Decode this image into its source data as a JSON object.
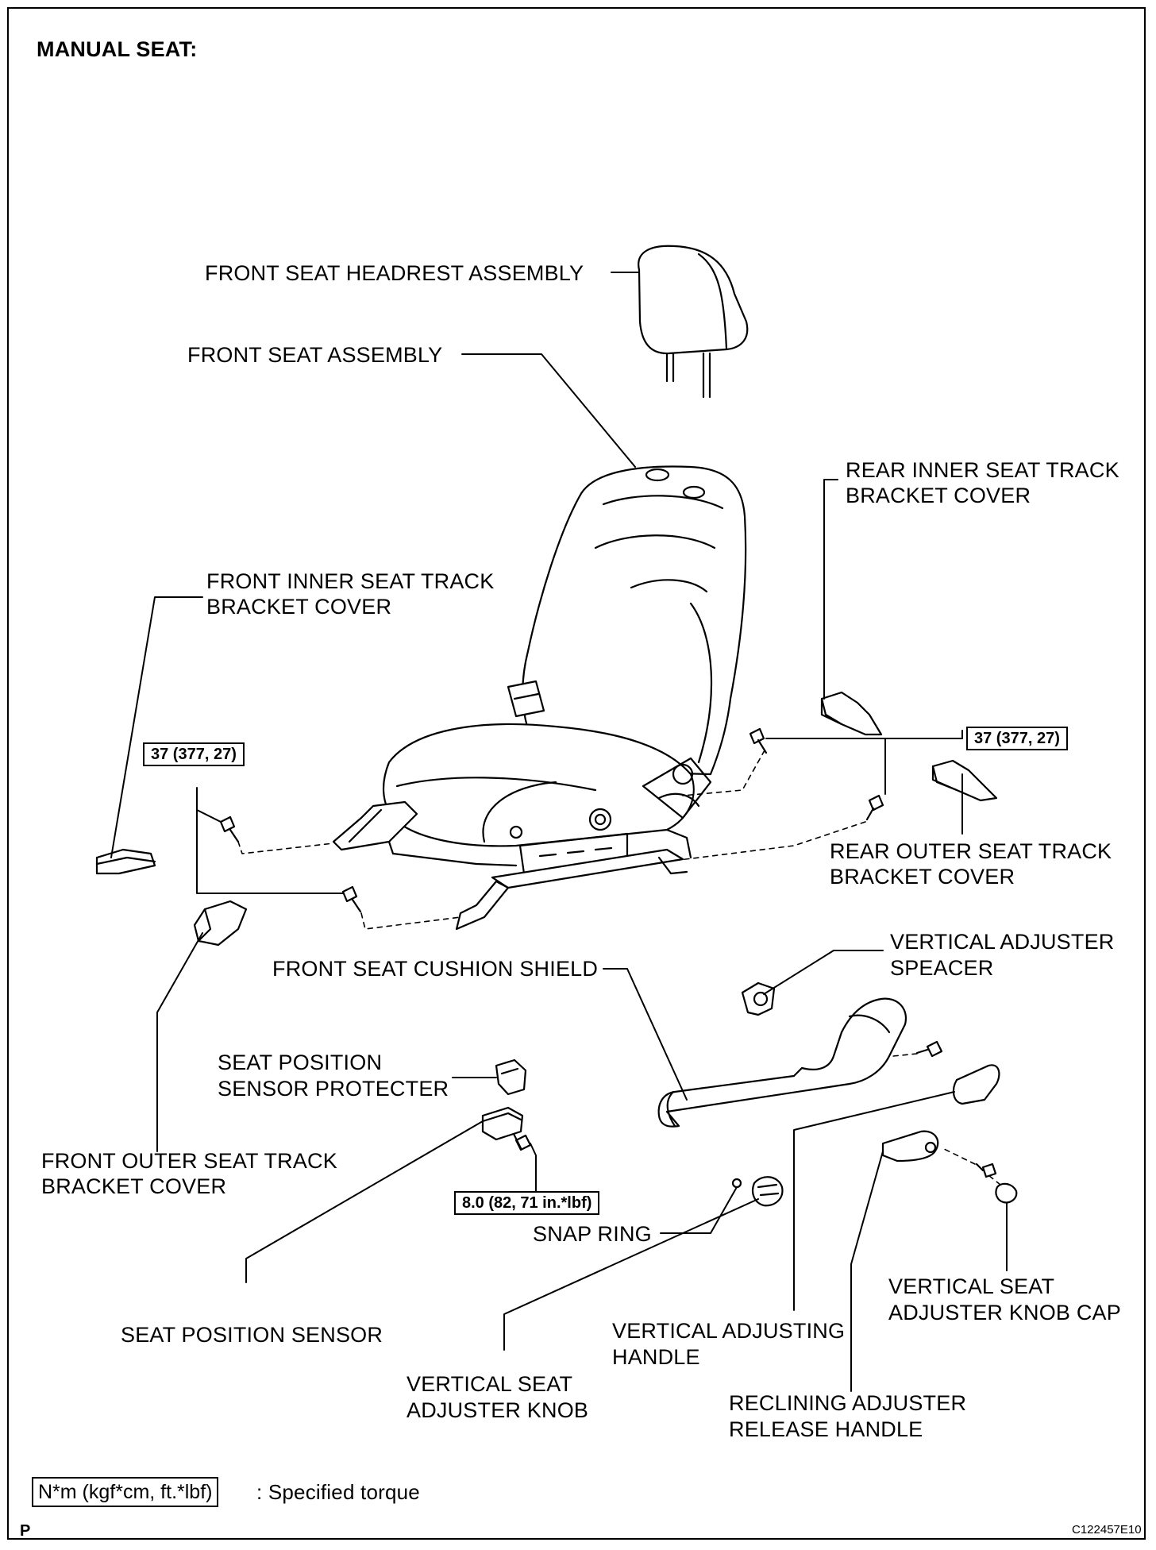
{
  "title": "MANUAL SEAT:",
  "labels": {
    "headrest": "FRONT SEAT HEADREST ASSEMBLY",
    "seat_assembly": "FRONT SEAT ASSEMBLY",
    "rear_inner_1": "REAR INNER SEAT TRACK",
    "rear_inner_2": "BRACKET COVER",
    "front_inner_1": "FRONT INNER SEAT TRACK",
    "front_inner_2": "BRACKET COVER",
    "rear_outer_1": "REAR OUTER SEAT TRACK",
    "rear_outer_2": "BRACKET COVER",
    "vert_spacer_1": "VERTICAL ADJUSTER",
    "vert_spacer_2": "SPEACER",
    "cushion_shield": "FRONT SEAT CUSHION SHIELD",
    "sensor_protecter_1": "SEAT POSITION",
    "sensor_protecter_2": "SENSOR PROTECTER",
    "front_outer_1": "FRONT OUTER SEAT TRACK",
    "front_outer_2": "BRACKET COVER",
    "snap_ring": "SNAP RING",
    "knob_cap_1": "VERTICAL SEAT",
    "knob_cap_2": "ADJUSTER KNOB CAP",
    "seat_position_sensor": "SEAT POSITION SENSOR",
    "vert_handle_1": "VERTICAL ADJUSTING",
    "vert_handle_2": "HANDLE",
    "vert_knob_1": "VERTICAL SEAT",
    "vert_knob_2": "ADJUSTER KNOB",
    "reclining_1": "RECLINING ADJUSTER",
    "reclining_2": "RELEASE HANDLE"
  },
  "torques": {
    "right": "37 (377, 27)",
    "left": "37 (377, 27)",
    "sensor": "8.0 (82, 71 in.*lbf)"
  },
  "legend": {
    "box": "N*m (kgf*cm, ft.*lbf)",
    "text": ": Specified torque"
  },
  "footer": {
    "left": "P",
    "code": "C122457E10"
  }
}
